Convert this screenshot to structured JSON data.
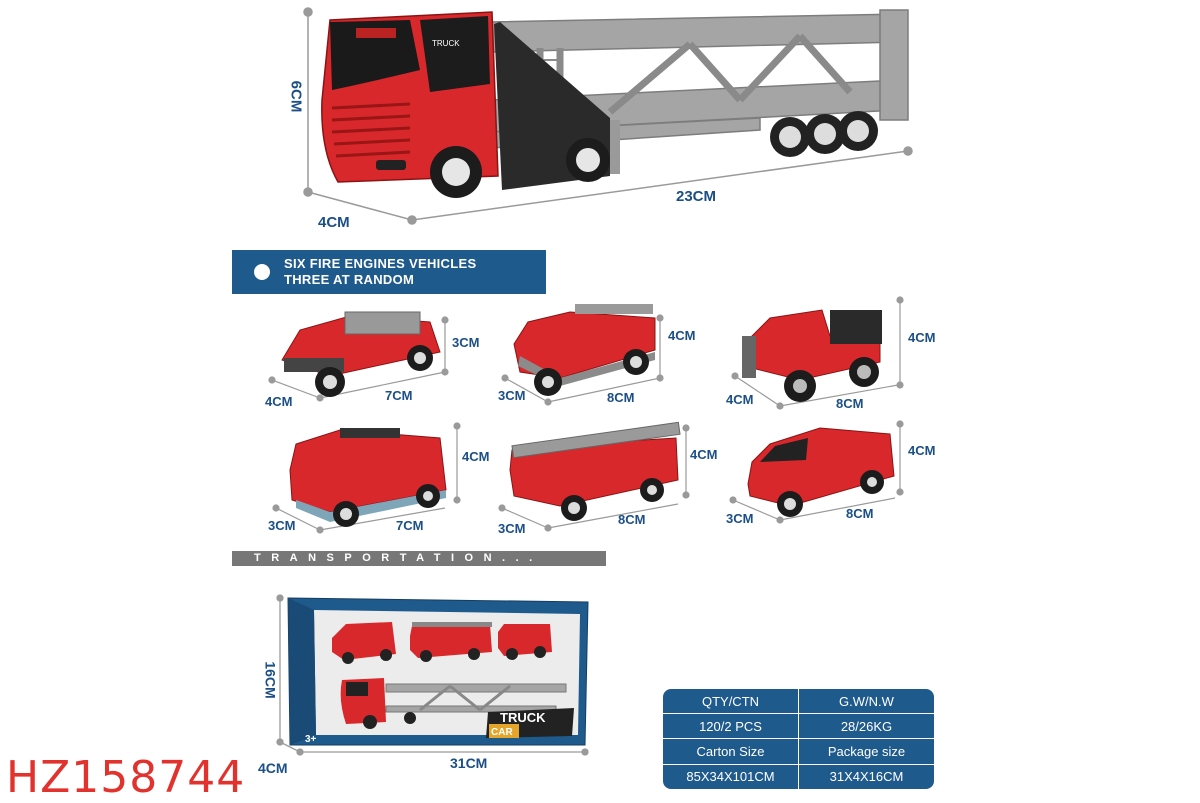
{
  "main_truck": {
    "height": "6CM",
    "depth": "4CM",
    "length": "23CM",
    "cab_badge": "TRUCK"
  },
  "banner": {
    "line1": "SIX FIRE ENGINES VEHICLES",
    "line2": "THREE AT RANDOM"
  },
  "vehicles": [
    {
      "h": "3CM",
      "d": "4CM",
      "w": "7CM"
    },
    {
      "h": "4CM",
      "d": "3CM",
      "w": "8CM"
    },
    {
      "h": "4CM",
      "d": "4CM",
      "w": "8CM"
    },
    {
      "h": "4CM",
      "d": "3CM",
      "w": "7CM"
    },
    {
      "h": "4CM",
      "d": "3CM",
      "w": "8CM"
    },
    {
      "h": "4CM",
      "d": "3CM",
      "w": "8CM"
    }
  ],
  "transport_label": "TRANSPORTATION...",
  "package": {
    "height": "16CM",
    "depth": "4CM",
    "width": "31CM",
    "logo_top": "TRUCK",
    "logo_bottom": "CAR",
    "age": "3+"
  },
  "spec_table": [
    [
      "QTY/CTN",
      "G.W/N.W"
    ],
    [
      "120/2 PCS",
      "28/26KG"
    ],
    [
      "Carton Size",
      "Package size"
    ],
    [
      "85X34X101CM",
      "31X4X16CM"
    ]
  ],
  "item_code": "HZ158744",
  "colors": {
    "accent_red": "#d8282b",
    "navy": "#1f5a8d",
    "trailer_gray": "#a3a3a3"
  }
}
